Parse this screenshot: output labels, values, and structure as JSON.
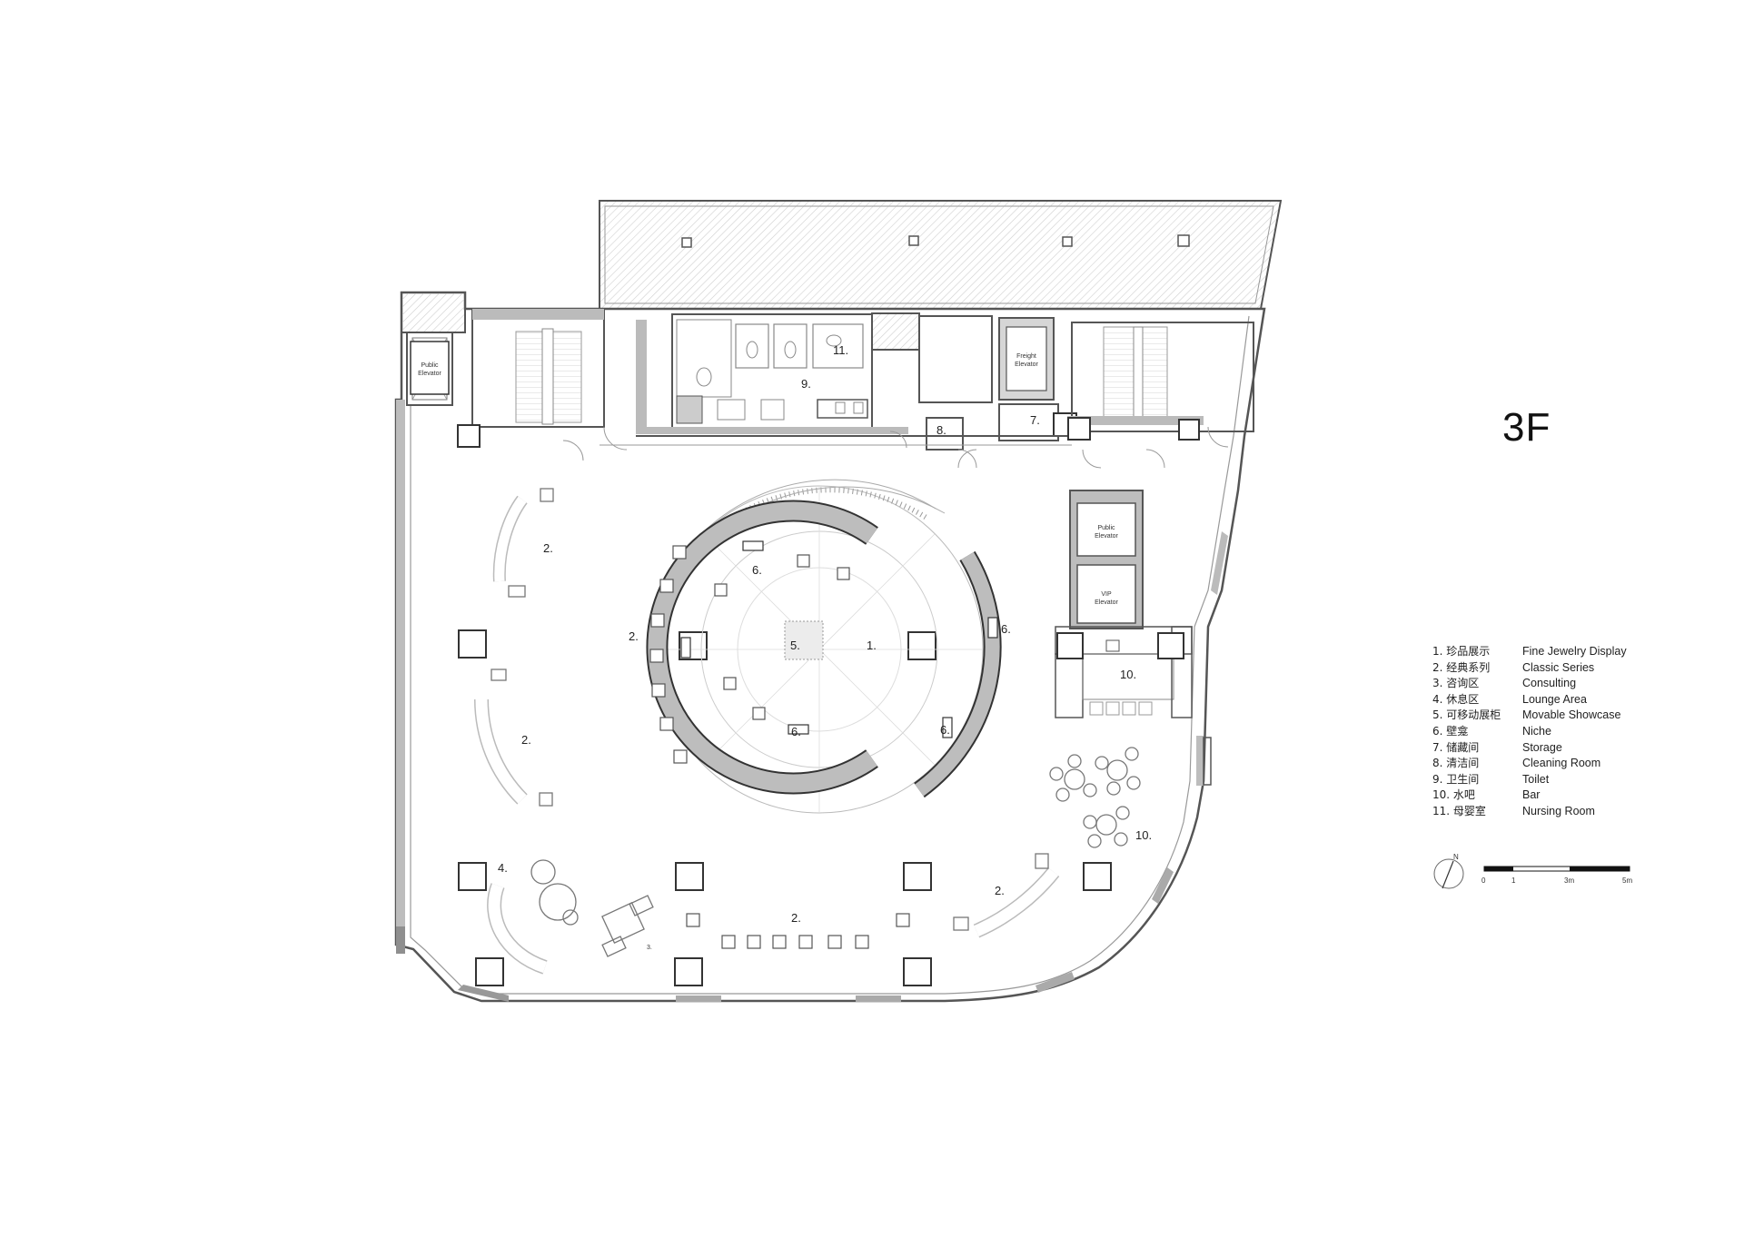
{
  "floor_label": "3F",
  "room_labels": {
    "r1": "1.",
    "r2": "2.",
    "r3": "3.",
    "r4": "4.",
    "r5": "5.",
    "r6": "6.",
    "r7": "7.",
    "r8": "8.",
    "r9": "9.",
    "r10": "10.",
    "r11": "11."
  },
  "elevators": {
    "public_left": [
      "Public",
      "Elevator"
    ],
    "freight": [
      "Freight",
      "Elevator"
    ],
    "public_right": [
      "Public",
      "Elevator"
    ],
    "vip": [
      "VIP",
      "Elevator"
    ]
  },
  "legend": [
    {
      "zh": "1. 珍品展示",
      "en": "Fine Jewelry Display"
    },
    {
      "zh": "2. 经典系列",
      "en": "Classic Series"
    },
    {
      "zh": "3. 咨询区",
      "en": "Consulting"
    },
    {
      "zh": "4. 休息区",
      "en": "Lounge Area"
    },
    {
      "zh": "5. 可移动展柜",
      "en": "Movable Showcase"
    },
    {
      "zh": "6. 壁龛",
      "en": "Niche"
    },
    {
      "zh": "7. 储藏间",
      "en": "Storage"
    },
    {
      "zh": "8. 清洁间",
      "en": "Cleaning Room"
    },
    {
      "zh": "9. 卫生间",
      "en": "Toilet"
    },
    {
      "zh": "10. 水吧",
      "en": "Bar"
    },
    {
      "zh": "11. 母婴室",
      "en": "Nursing Room"
    }
  ],
  "north_arrow": "N",
  "scale_bar": {
    "ticks": [
      "0",
      "1",
      "3m",
      "5m"
    ]
  },
  "colors": {
    "wall": "#b5b5b5",
    "line": "#555555",
    "thin": "#9a9a9a",
    "hatch": "#cfcfcf"
  }
}
